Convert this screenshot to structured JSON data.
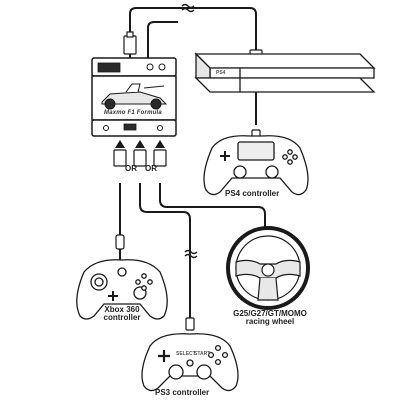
{
  "labels": {
    "ps4_controller": "PS4 controller",
    "xbox360_controller": "Xbox 360\ncontroller",
    "wheel": "G25/G27/GT/MOMO\nracing wheel",
    "ps3_controller": "PS3 controller",
    "or_1": "OR",
    "or_2": "OR",
    "ps4_console": "PS4",
    "adapter_brand": "Maxmo F1 Formula",
    "ps_button_left": "SELECT",
    "ps_button_right": "START"
  },
  "colors": {
    "stroke": "#1a1a1a",
    "fill": "#ffffff",
    "shade": "#cfcfcf"
  }
}
